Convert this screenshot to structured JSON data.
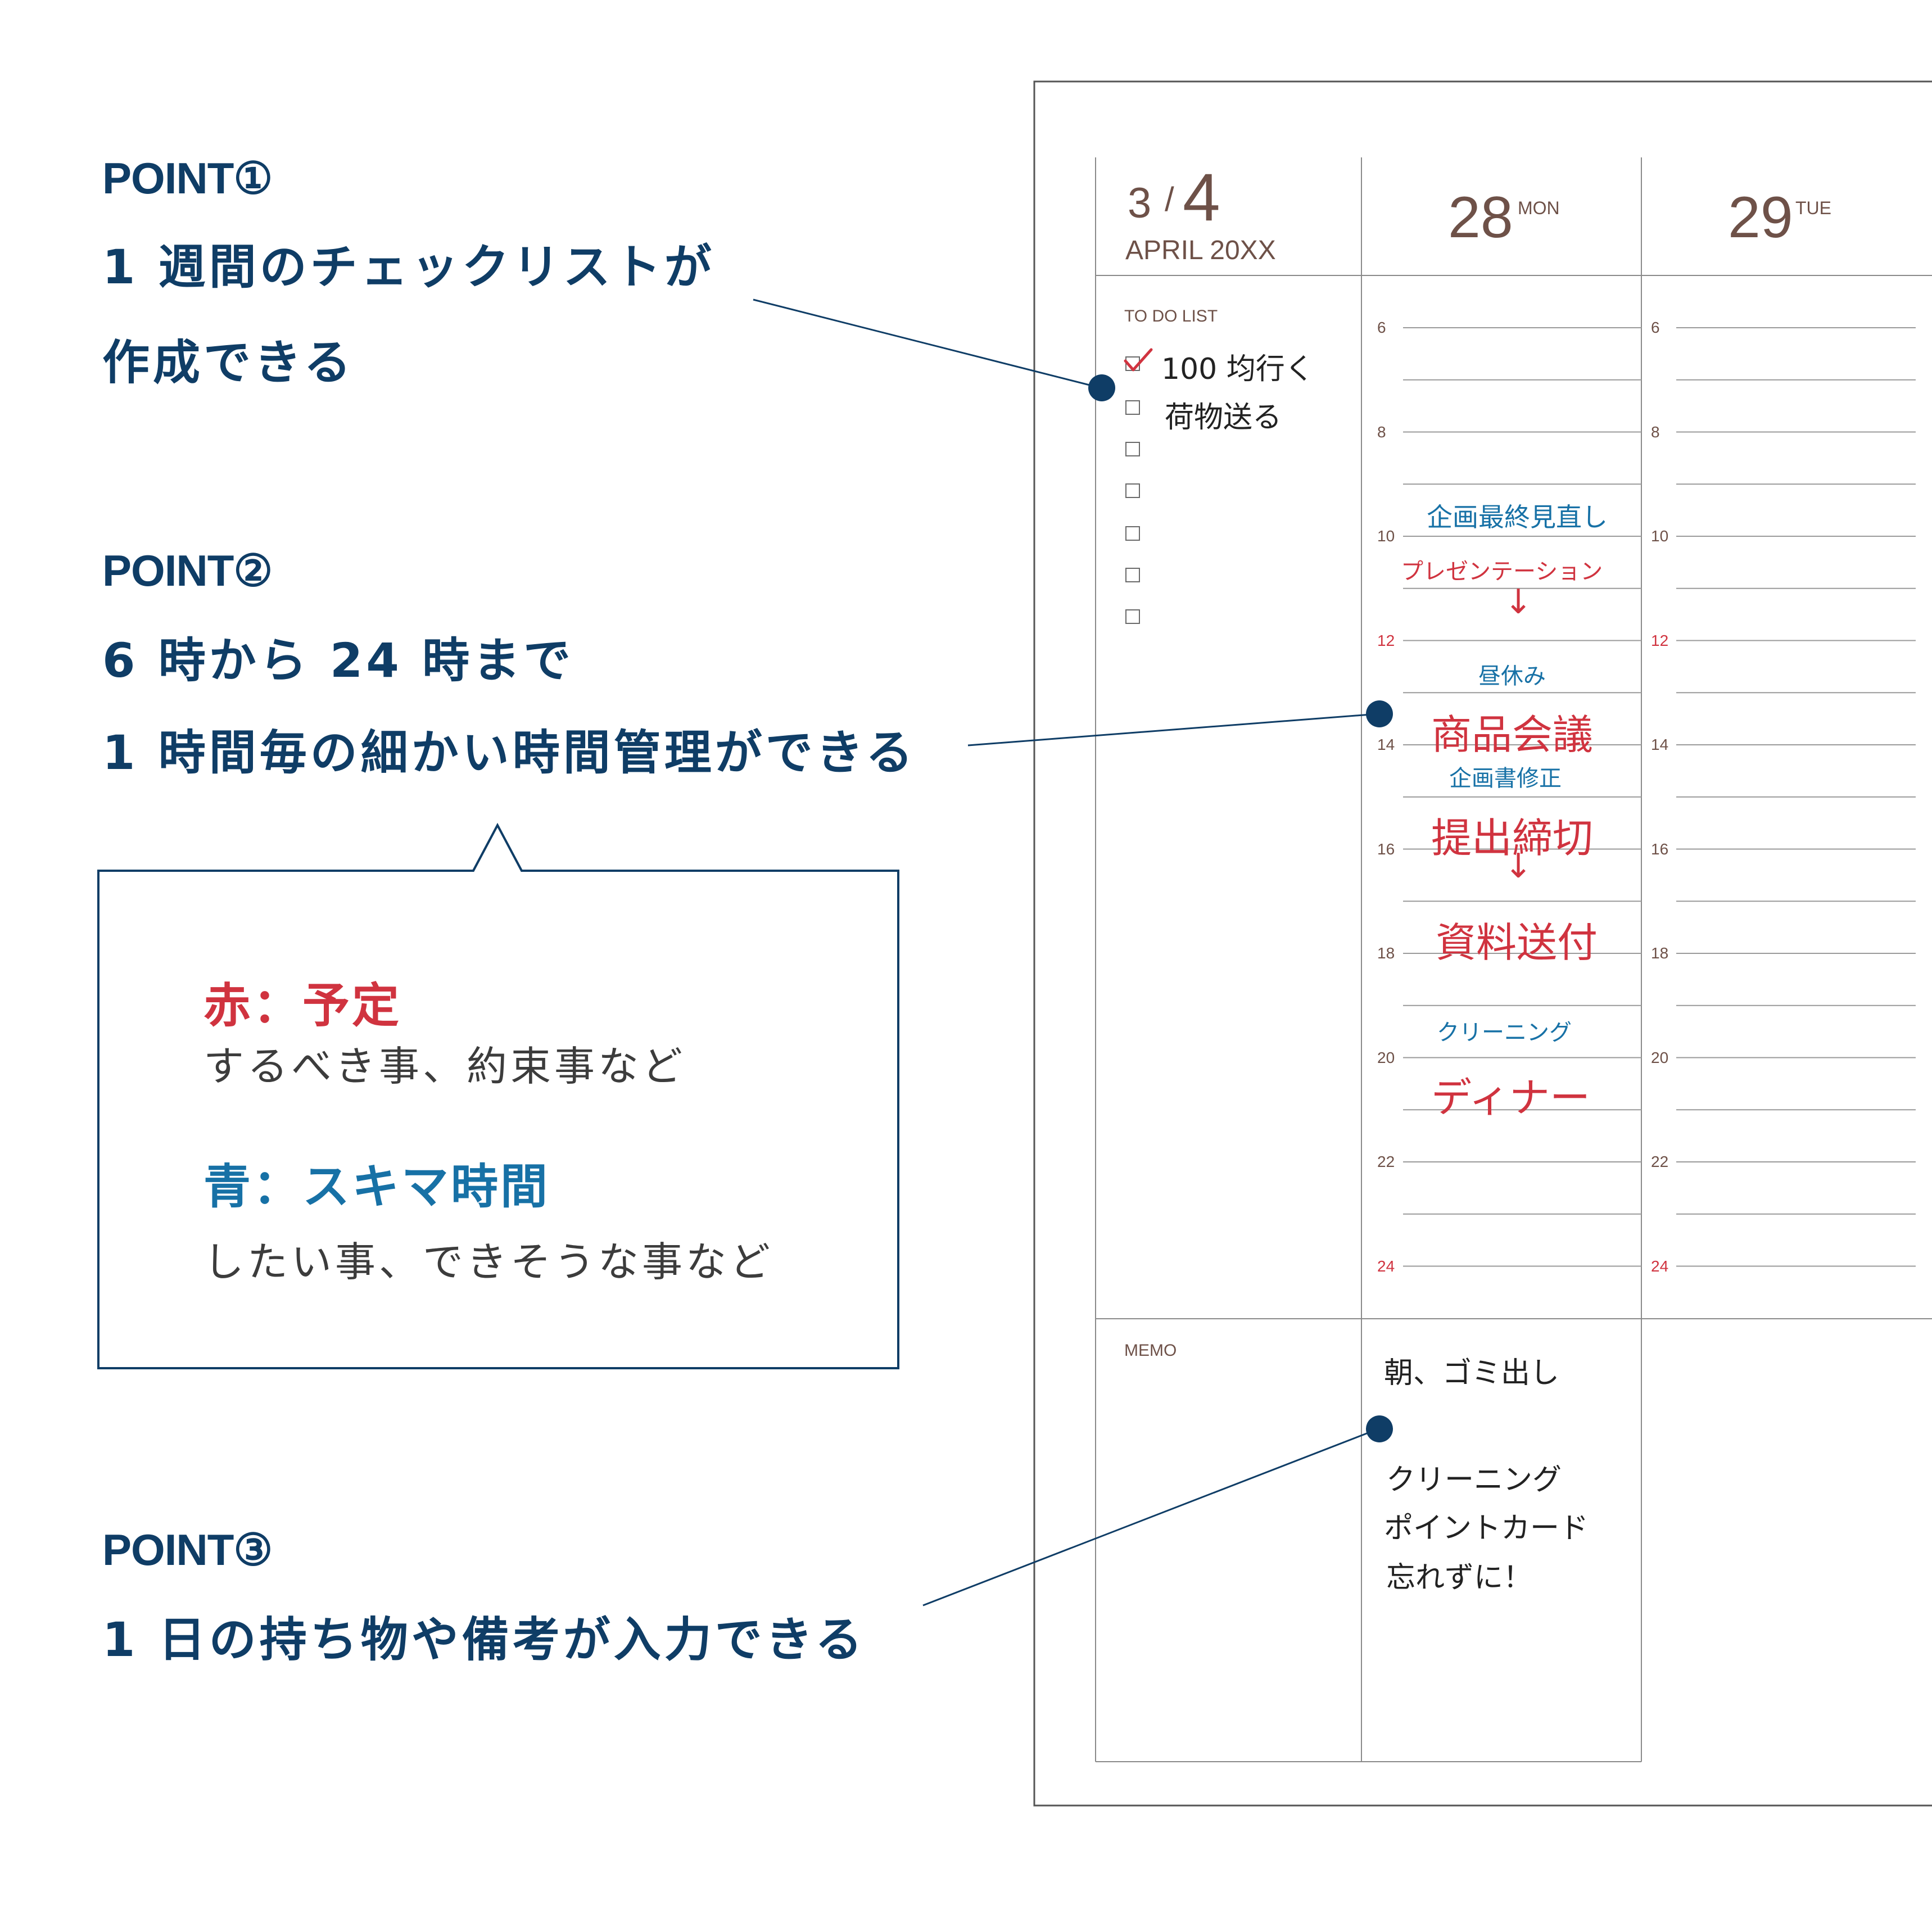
{
  "points": [
    {
      "label": "POINT①",
      "lines": [
        "1 週間のチェックリストが",
        "作成できる"
      ]
    },
    {
      "label": "POINT②",
      "lines": [
        "6 時から 24 時まで",
        "1 時間毎の細かい時間管理ができる"
      ]
    },
    {
      "label": "POINT③",
      "lines": [
        "1 日の持ち物や備考が入力できる"
      ]
    }
  ],
  "legend": {
    "red": {
      "head": "赤：予定",
      "body": "するべき事、約束事など",
      "color": "#d0333f"
    },
    "blue": {
      "head": "青：スキマ時間",
      "body": "したい事、できそうな事など",
      "color": "#1771a6"
    }
  },
  "planner": {
    "date_month": "3",
    "date_slash": "/",
    "date_day": "4",
    "month_year": "APRIL 20XX",
    "todo_label": "TO DO LIST",
    "memo_label": "MEMO",
    "days": [
      {
        "num": "28",
        "dow": "MON"
      },
      {
        "num": "29",
        "dow": "TUE"
      }
    ],
    "hours": [
      "6",
      "8",
      "10",
      "12",
      "14",
      "16",
      "18",
      "20",
      "22",
      "24"
    ],
    "todo_items": [
      "100 均行く",
      "荷物送る"
    ],
    "schedule": [
      {
        "text": "企画最終見直し",
        "color": "blue"
      },
      {
        "text": "プレゼンテーション",
        "color": "red"
      },
      {
        "text": "↓",
        "color": "red"
      },
      {
        "text": "昼休み",
        "color": "blue"
      },
      {
        "text": "商品会議",
        "color": "red"
      },
      {
        "text": "企画書修正",
        "color": "blue"
      },
      {
        "text": "提出締切",
        "color": "red"
      },
      {
        "text": "↓",
        "color": "red"
      },
      {
        "text": "資料送付",
        "color": "red"
      },
      {
        "text": "クリーニング",
        "color": "blue"
      },
      {
        "text": "ディナー",
        "color": "red"
      }
    ],
    "memo_lines": [
      "朝、ゴミ出し",
      "クリーニング",
      "ポイントカード",
      "忘れずに！"
    ]
  },
  "colors": {
    "navy": "#0f3d66",
    "red": "#d0333f",
    "blue": "#1771a6",
    "brown": "#6e5148",
    "check_red": "#d0333f"
  }
}
